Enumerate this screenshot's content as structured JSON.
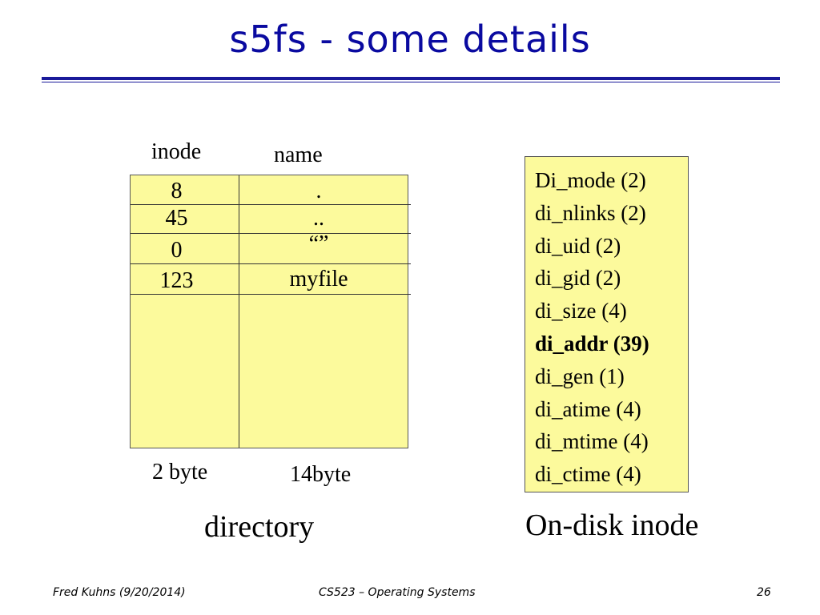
{
  "title": "s5fs - some details",
  "directory": {
    "headers": {
      "inode": "inode",
      "name": "name"
    },
    "rows": [
      {
        "inode": "8",
        "name": "."
      },
      {
        "inode": "45",
        "name": ".."
      },
      {
        "inode": "0",
        "name": "“”"
      },
      {
        "inode": "123",
        "name": "myfile"
      }
    ],
    "sizes": {
      "inode": "2 byte",
      "name": "14byte"
    },
    "caption": "directory"
  },
  "inode": {
    "fields": [
      {
        "text": "Di_mode (2)",
        "bold": false
      },
      {
        "text": "di_nlinks (2)",
        "bold": false
      },
      {
        "text": "di_uid (2)",
        "bold": false
      },
      {
        "text": "di_gid (2)",
        "bold": false
      },
      {
        "text": "di_size (4)",
        "bold": false
      },
      {
        "text": "di_addr (39)",
        "bold": true
      },
      {
        "text": "di_gen (1)",
        "bold": false
      },
      {
        "text": "di_atime (4)",
        "bold": false
      },
      {
        "text": "di_mtime (4)",
        "bold": false
      },
      {
        "text": "di_ctime (4)",
        "bold": false
      }
    ],
    "caption": "On-disk inode"
  },
  "footer": {
    "author": "Fred Kuhns (9/20/2014)",
    "course": "CS523 – Operating Systems",
    "page": "26"
  },
  "colors": {
    "title": "#0a0aa0",
    "rule": "#1a1a9a",
    "box_fill": "#fcfa9c"
  }
}
